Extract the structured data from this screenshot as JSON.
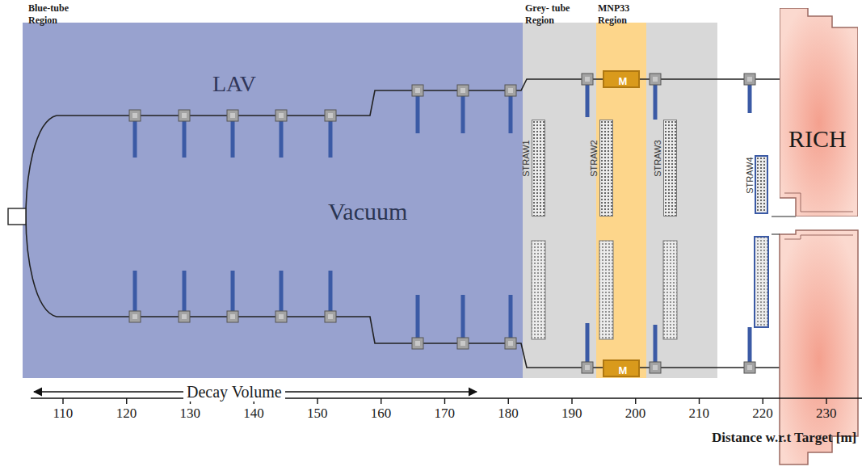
{
  "diagram": {
    "nodes": [
      {
        "text": [
          "Blue-tube Region",
          "LAV",
          "Vacuum"
        ]
      },
      {
        "text": [
          "Grey- tube Region"
        ]
      },
      {
        "text": [
          "MNP33 Region"
        ],
        "in": 1
      },
      {
        "text": [
          "STRAW1"
        ],
        "in": 1
      },
      {
        "text": [
          "STRAW2"
        ],
        "in": 2
      },
      {
        "text": [
          "STRAW3"
        ],
        "in": 1
      },
      {
        "text": [
          "STRAW4"
        ]
      },
      {
        "text": [
          "M"
        ],
        "in": 2
      },
      {
        "text": [
          "M"
        ],
        "in": 2
      },
      {
        "text": [
          "RICH"
        ]
      }
    ],
    "labels": [
      "Decay Volume",
      "110",
      "120",
      "130",
      "140",
      "150",
      "160",
      "170",
      "180",
      "190",
      "200",
      "210",
      "220",
      "230",
      "Distance w.r.t Target [m]"
    ]
  }
}
